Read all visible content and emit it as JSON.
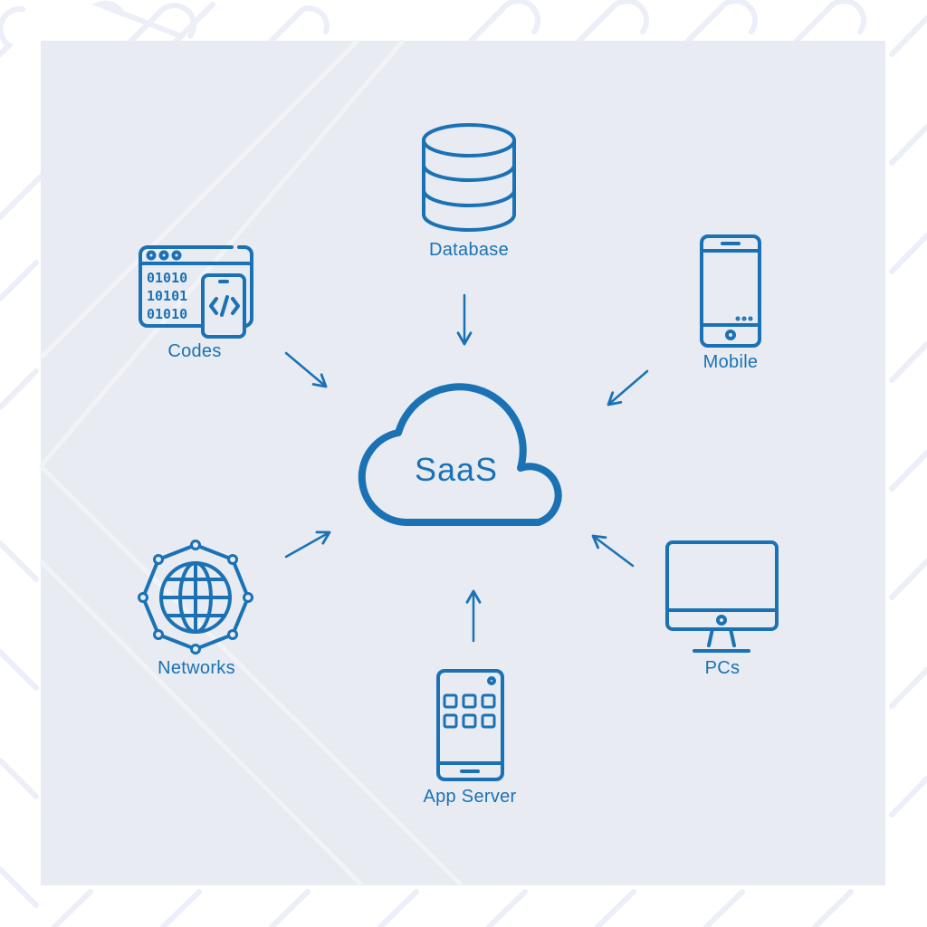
{
  "diagram": {
    "center": {
      "label": "SaaS"
    },
    "nodes": [
      {
        "id": "database",
        "label": "Database",
        "icon": "database-icon"
      },
      {
        "id": "codes",
        "label": "Codes",
        "icon": "code-window-icon",
        "binary_lines": [
          "01010",
          "10101",
          "01010"
        ],
        "code_glyph": "</>"
      },
      {
        "id": "mobile",
        "label": "Mobile",
        "icon": "smartphone-icon"
      },
      {
        "id": "networks",
        "label": "Networks",
        "icon": "globe-network-icon"
      },
      {
        "id": "pcs",
        "label": "PCs",
        "icon": "monitor-icon"
      },
      {
        "id": "app_server",
        "label": "App Server",
        "icon": "app-tablet-icon"
      }
    ],
    "edges": [
      {
        "from": "database",
        "to": "center"
      },
      {
        "from": "codes",
        "to": "center"
      },
      {
        "from": "mobile",
        "to": "center"
      },
      {
        "from": "networks",
        "to": "center"
      },
      {
        "from": "pcs",
        "to": "center"
      },
      {
        "from": "app_server",
        "to": "center"
      }
    ]
  },
  "colors": {
    "accent": "#1a72b5",
    "panel": "#e8ebf2",
    "stripe": "#eceef8"
  }
}
